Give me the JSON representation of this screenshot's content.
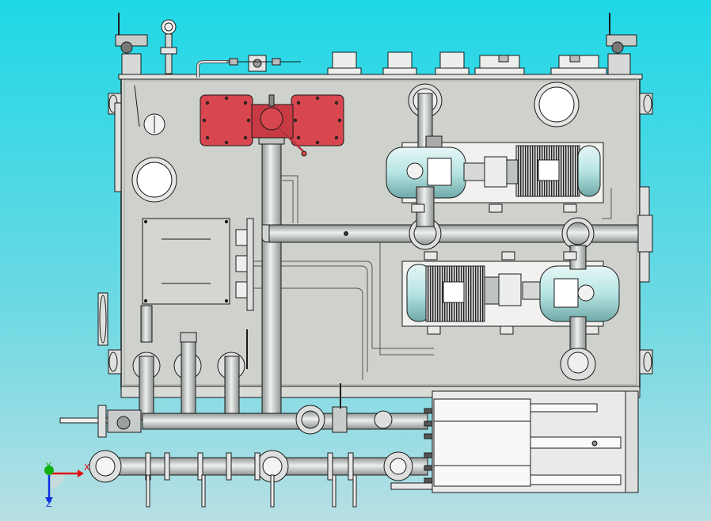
{
  "axis_triad": {
    "x_label": "X",
    "y_label": "Y",
    "z_label": "Z",
    "x_color": "#e01010",
    "y_color": "#10b010",
    "z_color": "#1030e0"
  },
  "colors": {
    "tank_fill": "#cfd2cc",
    "outline": "#1a1a1a",
    "pipe": "#c7cbc9",
    "motor_body": "#b9e7e6",
    "valve_red": "#d8464e",
    "viewport_top": "#1fd8e6"
  }
}
